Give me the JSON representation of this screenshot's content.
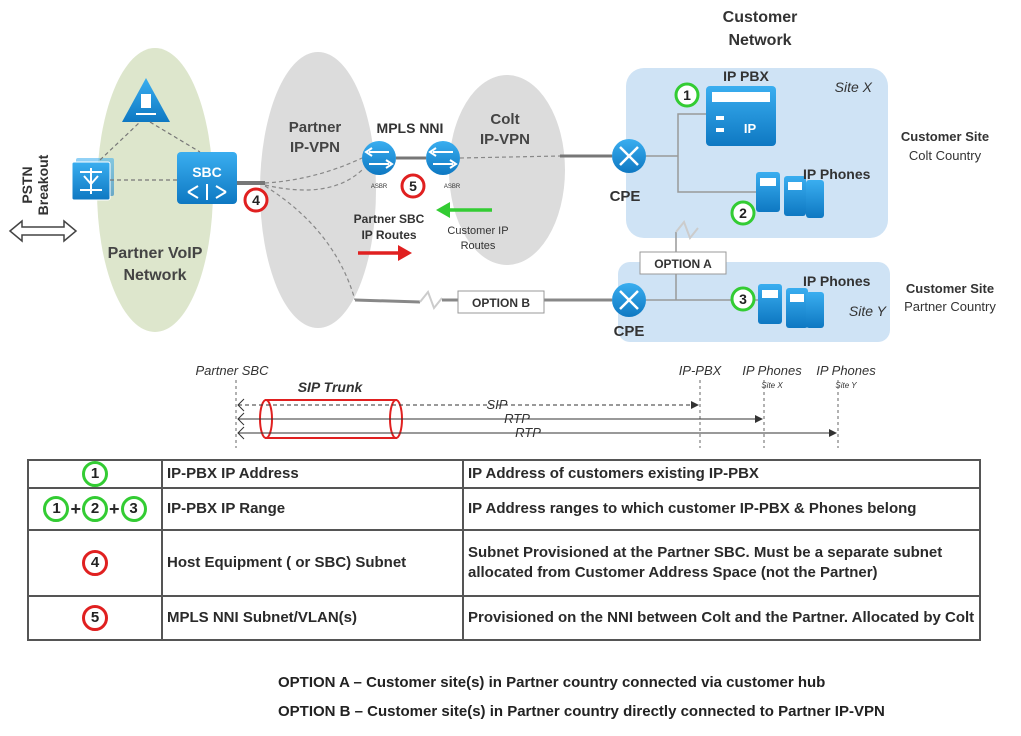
{
  "header": {
    "customer_network": "Customer\nNetwork"
  },
  "left": {
    "pstn_breakout": "PSTN\nBreakout",
    "sbc_label": "SBC",
    "partner_voip_network": "Partner VoIP\nNetwork"
  },
  "core": {
    "partner_ipvpn": "Partner\nIP-VPN",
    "mpls_nni": "MPLS NNI",
    "colt_ipvpn": "Colt\nIP-VPN",
    "asbr_left": "ASBR",
    "asbr_right": "ASBR",
    "partner_sbc_routes": "Partner SBC\nIP Routes",
    "customer_ip_routes": "Customer IP\nRoutes",
    "option_a": "OPTION A",
    "option_b": "OPTION B"
  },
  "sites": {
    "site_x": "Site X",
    "site_y": "Site Y",
    "ip_pbx": "IP PBX",
    "ip_phones_x": "IP Phones",
    "ip_phones_y": "IP Phones",
    "cpe_x": "CPE",
    "cpe_y": "CPE",
    "pbx_screen": "IP",
    "customer_site_colt": "Customer Site",
    "colt_country": "Colt Country",
    "customer_site_partner": "Customer Site",
    "partner_country": "Partner Country"
  },
  "badges": {
    "b1": "1",
    "b2": "2",
    "b3": "3",
    "b4": "4",
    "b5": "5"
  },
  "trunk": {
    "partner_sbc": "Partner SBC",
    "sip_trunk": "SIP Trunk",
    "ip_pbx": "IP-PBX",
    "ip_phones_x": "IP Phones",
    "site_x_small": "Site X",
    "ip_phones_y": "IP Phones",
    "site_y_small": "Site Y",
    "sip": "SIP",
    "rtp_1": "RTP",
    "rtp_2": "RTP"
  },
  "table": {
    "rows": [
      {
        "ids": [
          "1"
        ],
        "name": "IP-PBX IP Address",
        "desc": "IP Address of customers existing IP-PBX"
      },
      {
        "ids": [
          "1",
          "2",
          "3"
        ],
        "name": "IP-PBX IP Range",
        "desc": "IP Address ranges to which customer IP-PBX & Phones belong"
      },
      {
        "ids": [
          "4"
        ],
        "name": "Host Equipment ( or SBC) Subnet",
        "desc": "Subnet Provisioned at the Partner SBC. Must be a separate subnet allocated from Customer Address Space (not the Partner)"
      },
      {
        "ids": [
          "5"
        ],
        "name": "MPLS NNI Subnet/VLAN(s)",
        "desc": "Provisioned on the NNI between Colt and the Partner. Allocated by Colt"
      }
    ]
  },
  "footer": {
    "option_a": "OPTION A – Customer site(s) in Partner country connected via customer hub",
    "option_b": "OPTION B – Customer site(s) in Partner country directly connected to Partner IP-VPN"
  },
  "colors": {
    "accent_blue": "#1a8fd6",
    "green_badge": "#33cc33",
    "red_badge": "#e02020",
    "site_fill": "#cfe3f5"
  }
}
